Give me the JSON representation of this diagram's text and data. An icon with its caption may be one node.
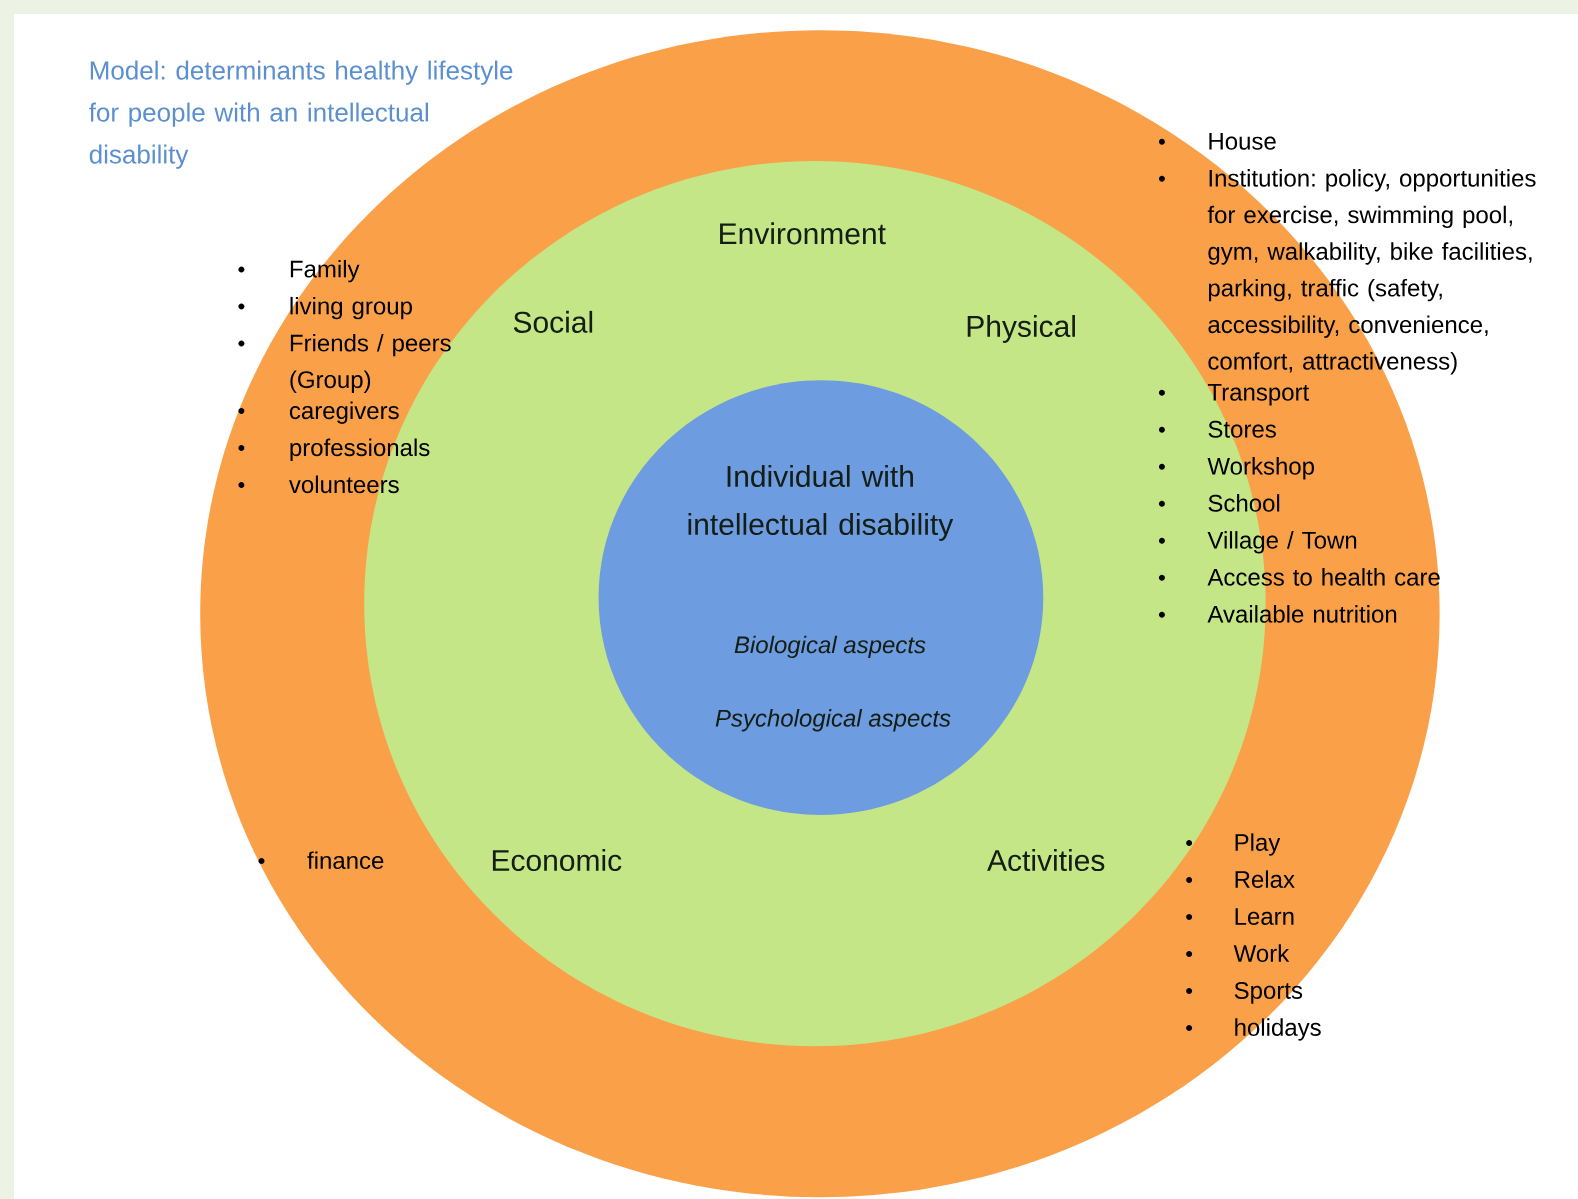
{
  "diagram": {
    "title": "Model: determinants healthy lifestyle for people with an intellectual disability",
    "nodes": [
      {
        "text": [],
        "shape": "circle"
      },
      {
        "text": [
          "Environment",
          "Social",
          "Physical",
          "Economic",
          "Activities"
        ],
        "in": 0
      },
      {
        "text": [
          "Individual with intellectual disability",
          "Biological aspects",
          "Psychological aspects"
        ],
        "in": 1
      }
    ],
    "labels": [
      "Family",
      "living group",
      "Friends / peers (Group)",
      "caregivers",
      "professionals",
      "volunteers",
      "House",
      "Institution: policy, opportunities for exercise, swimming pool, gym, walkability, bike facilities, parking, traffic (safety, accessibility, convenience, comfort, attractiveness)",
      "Transport",
      "Stores",
      "Workshop",
      "School",
      "Village / Town",
      "Access to health care",
      "Available nutrition",
      "finance",
      "Play",
      "Relax",
      "Learn",
      "Work",
      "Sports",
      "holidays"
    ]
  }
}
